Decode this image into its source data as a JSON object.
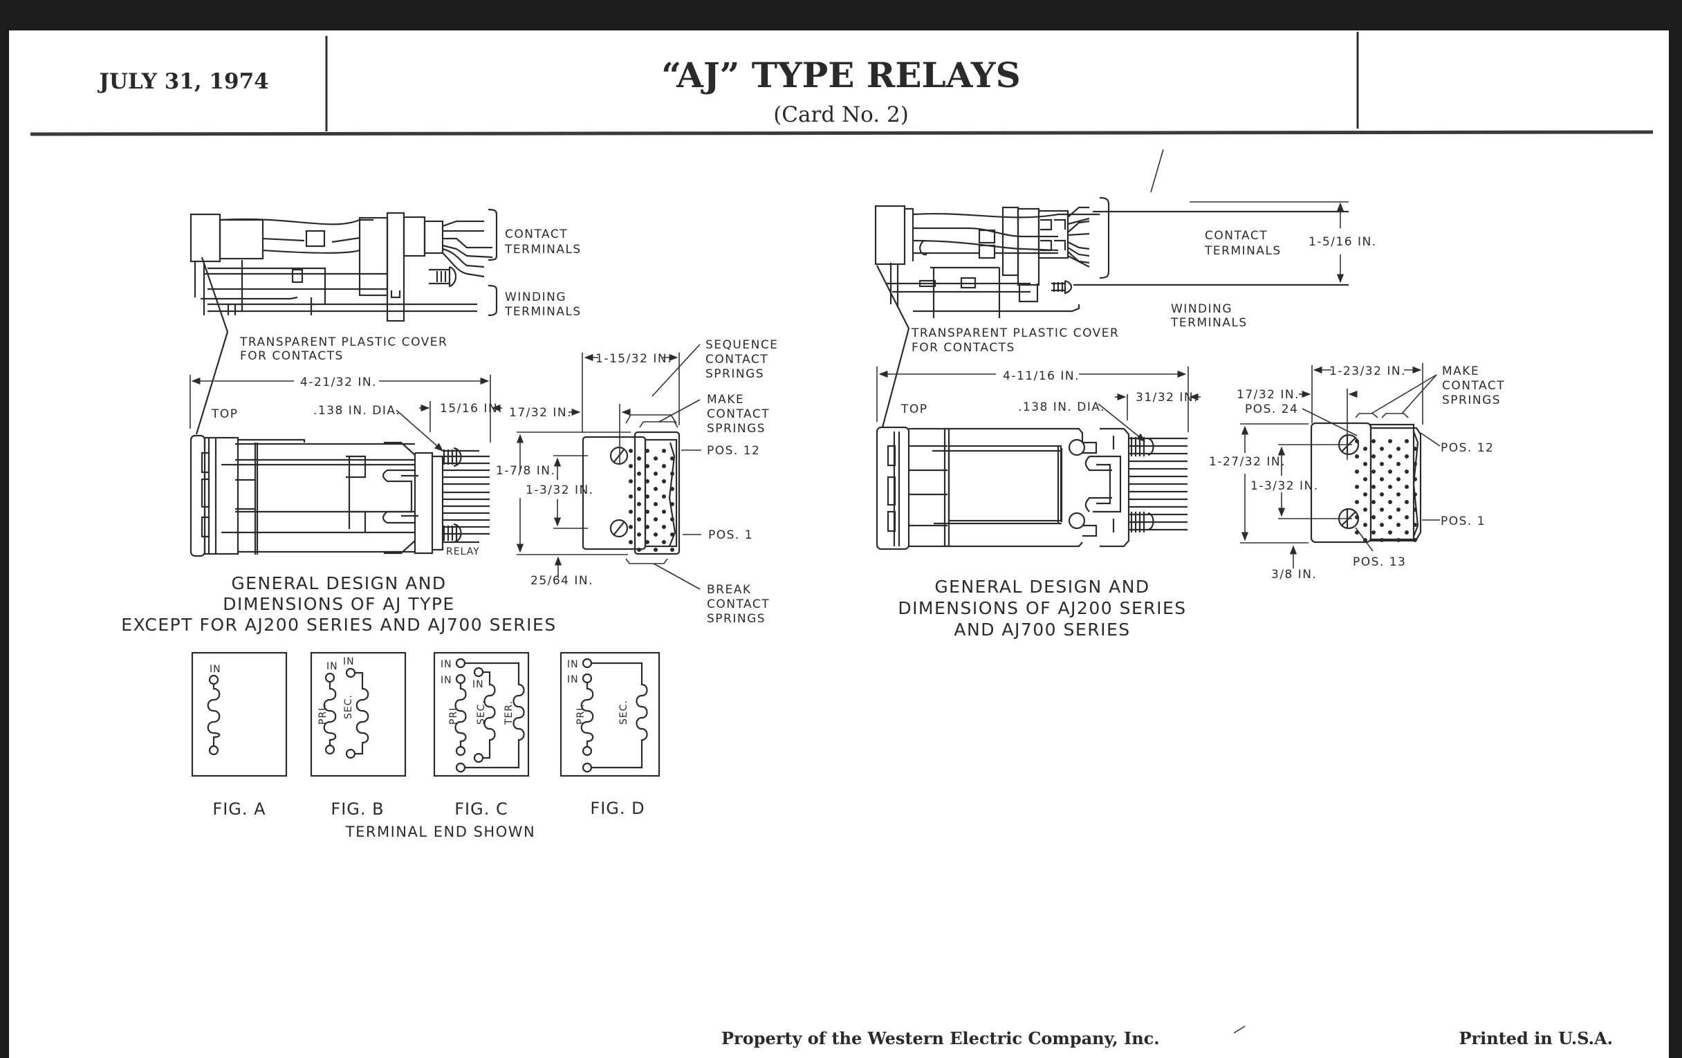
{
  "header": {
    "date": "JULY 31, 1974",
    "title": "“AJ” TYPE RELAYS",
    "subtitle": "(Card No. 2)"
  },
  "left_drawing": {
    "side_view": {
      "contact_terminals": [
        "CONTACT",
        "TERMINALS"
      ],
      "winding_terminals": [
        "WINDING",
        "TERMINALS"
      ],
      "cover_note": [
        "TRANSPARENT PLASTIC COVER",
        "FOR CONTACTS"
      ]
    },
    "top_view": {
      "top_label": "TOP",
      "overall_length": "4-21/32 IN.",
      "screw_dia": ".138 IN. DIA.",
      "terminal_length": "15/16 IN.",
      "relay_tag": "RELAY"
    },
    "end_view": {
      "width": "1-15/32 IN.",
      "offset": "17/32 IN.",
      "height": "1-7/8 IN.",
      "screw_spacing": "1-3/32 IN.",
      "bottom_offset": "25/64 IN.",
      "sequence_springs": [
        "SEQUENCE",
        "CONTACT",
        "SPRINGS"
      ],
      "make_springs": [
        "MAKE",
        "CONTACT",
        "SPRINGS"
      ],
      "break_springs": [
        "BREAK",
        "CONTACT",
        "SPRINGS"
      ],
      "pos_top": "POS. 12",
      "pos_bottom": "POS. 1"
    },
    "caption": [
      "GENERAL DESIGN AND",
      "DIMENSIONS OF AJ TYPE",
      "EXCEPT FOR AJ200 SERIES AND AJ700 SERIES"
    ]
  },
  "winding_figures": {
    "figures": [
      {
        "label": "FIG. A",
        "pins": [
          "IN"
        ],
        "coils": []
      },
      {
        "label": "FIG. B",
        "pins": [
          "IN",
          "IN"
        ],
        "coils": [
          "PRI.",
          "SEC."
        ]
      },
      {
        "label": "FIG. C",
        "pins": [
          "IN",
          "IN",
          "IN"
        ],
        "coils": [
          "PRI.",
          "SEC.",
          "TER."
        ]
      },
      {
        "label": "FIG. D",
        "pins": [
          "IN",
          "IN"
        ],
        "coils": [
          "PRI.",
          "SEC."
        ]
      }
    ],
    "note": "TERMINAL END SHOWN"
  },
  "right_drawing": {
    "side_view": {
      "contact_terminals": [
        "CONTACT",
        "TERMINALS"
      ],
      "terminal_height": "1-5/16 IN.",
      "winding_terminals": [
        "WINDING",
        "TERMINALS"
      ],
      "cover_note": [
        "TRANSPARENT PLASTIC COVER",
        "FOR CONTACTS"
      ]
    },
    "top_view": {
      "top_label": "TOP",
      "overall_length": "4-11/16 IN.",
      "screw_dia": ".138 IN. DIA.",
      "terminal_length": "31/32 IN."
    },
    "end_view": {
      "width": "1-23/32 IN.",
      "offset": "17/32 IN.",
      "pos_24": "POS. 24",
      "height": "1-27/32 IN.",
      "screw_spacing": "1-3/32 IN.",
      "bottom_offset": "3/8 IN.",
      "make_springs": [
        "MAKE",
        "CONTACT",
        "SPRINGS"
      ],
      "pos_top": "POS. 12",
      "pos_bottom": "POS. 1",
      "pos_13": "POS. 13"
    },
    "caption": [
      "GENERAL DESIGN AND",
      "DIMENSIONS OF AJ200 SERIES",
      "AND AJ700 SERIES"
    ]
  },
  "footer": {
    "property": "Property of the Western Electric Company, Inc.",
    "printed": "Printed in U.S.A."
  }
}
